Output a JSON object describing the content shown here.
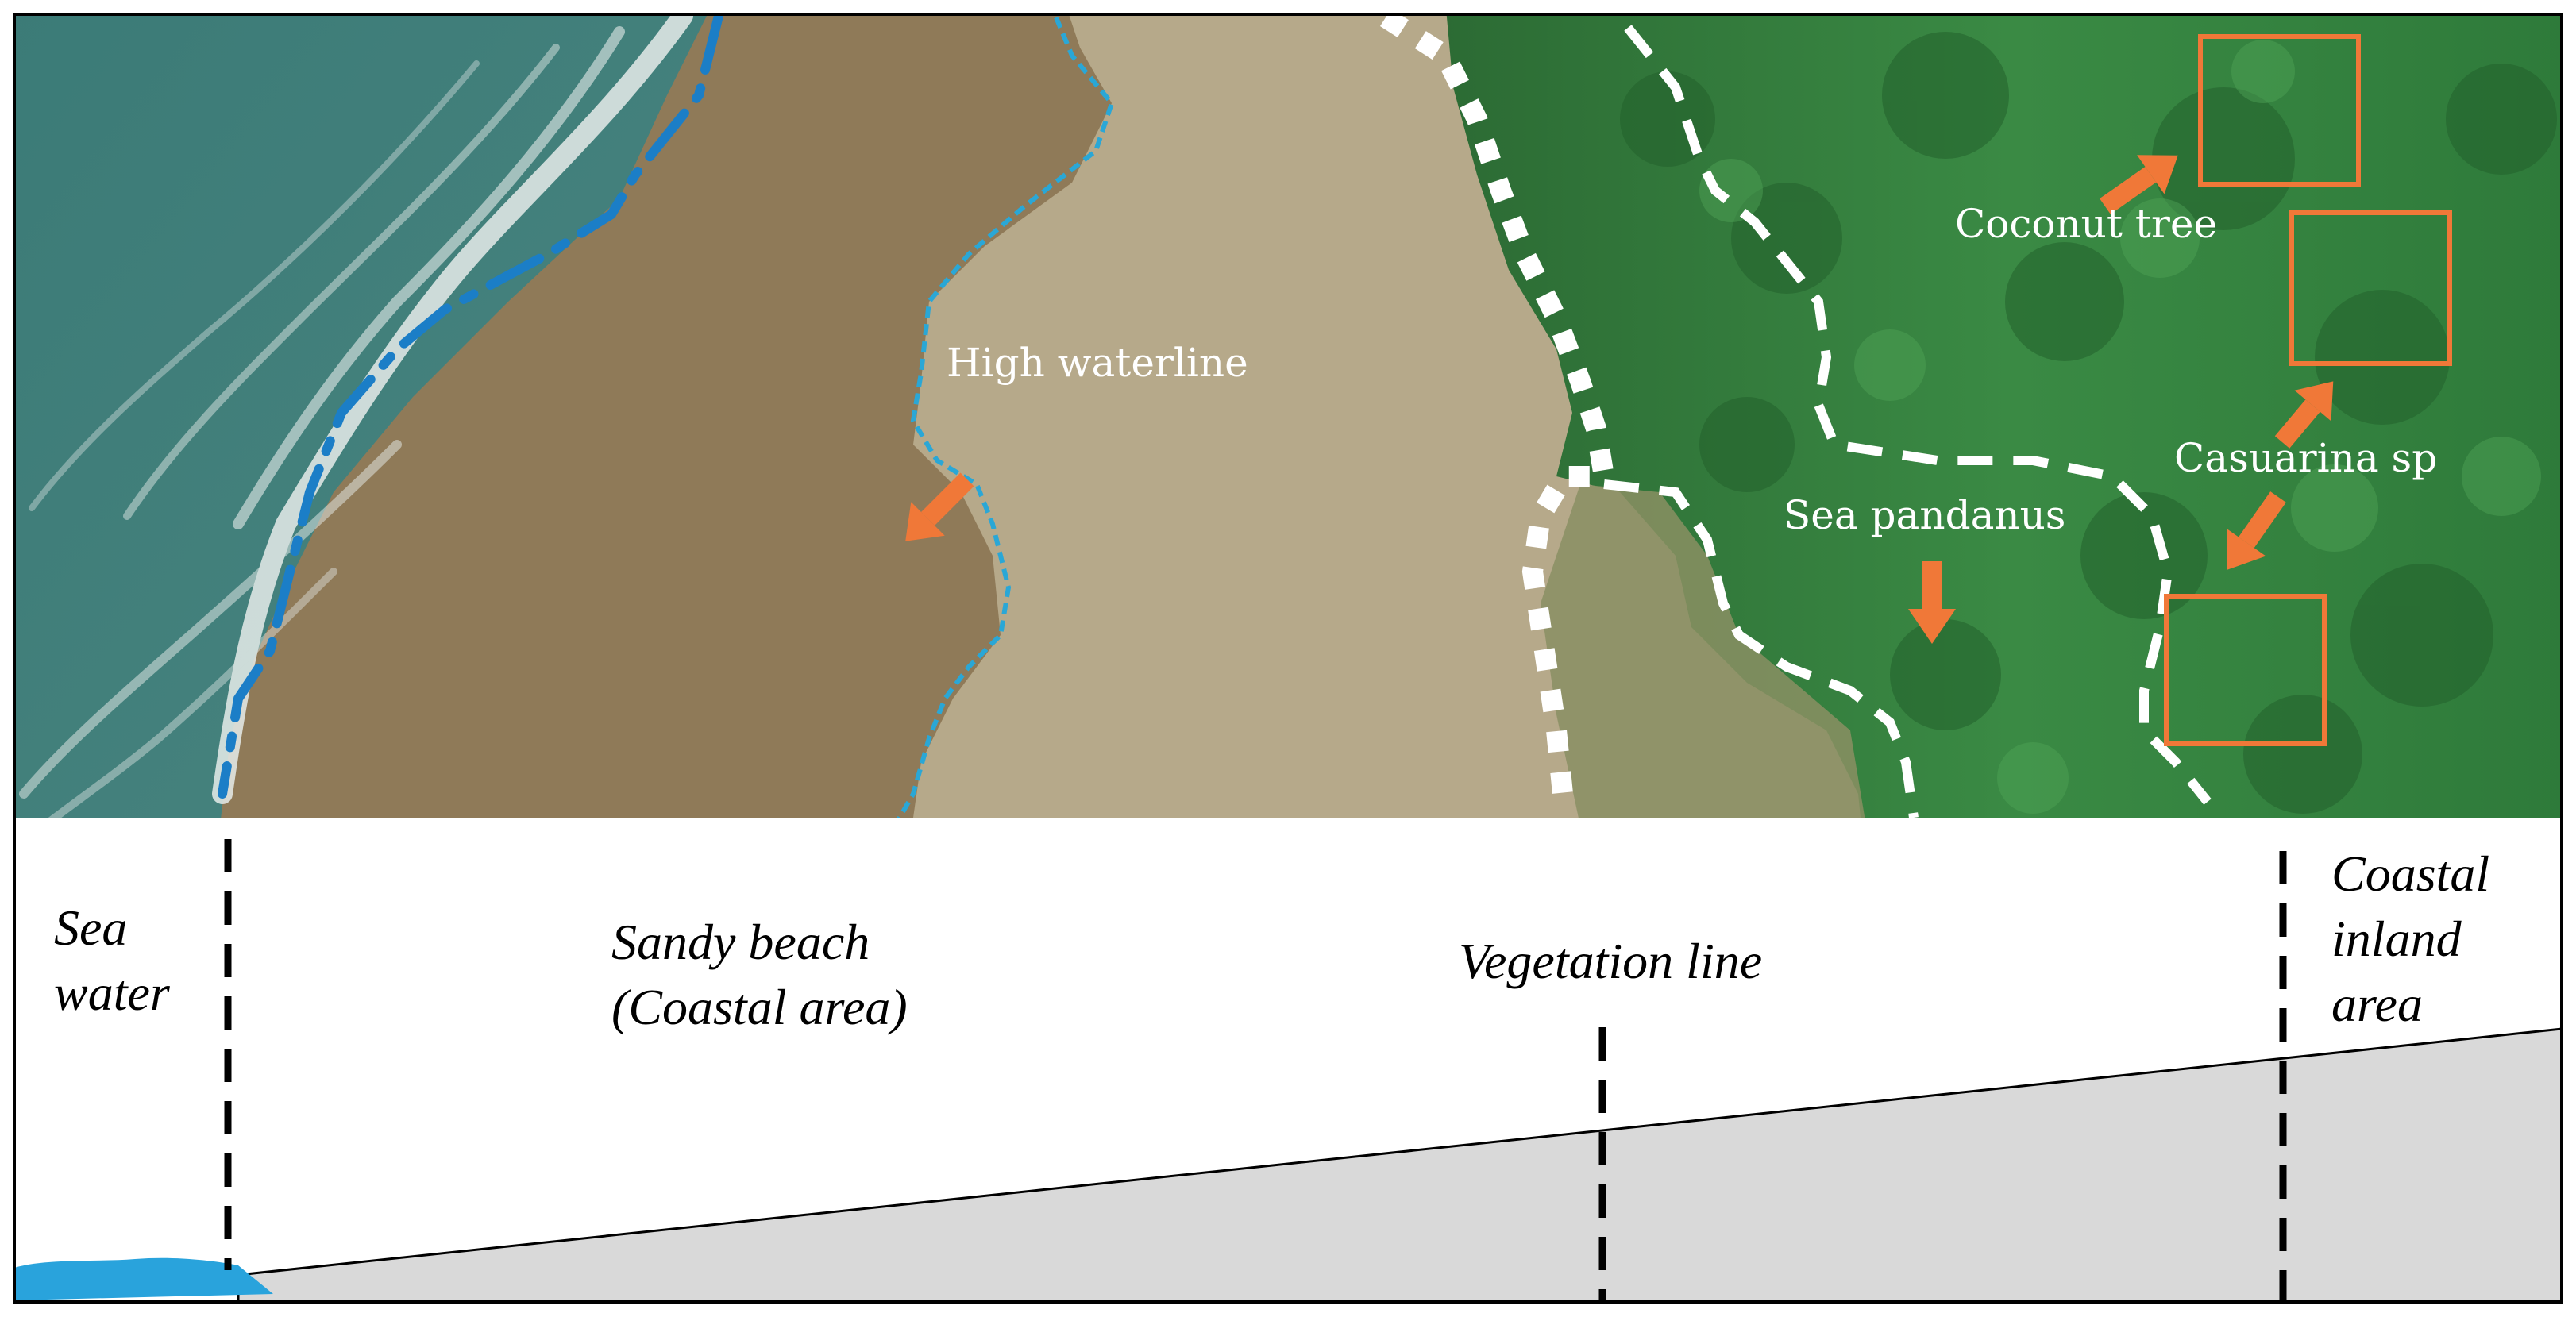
{
  "photo": {
    "labels": {
      "high_waterline": "High waterline",
      "coconut_tree": "Coconut tree",
      "casuarina": "Casuarina sp",
      "sea_pandanus": "Sea pandanus"
    },
    "colors": {
      "sea": "#3f7f7a",
      "wet_sand": "#8f7a58",
      "dry_sand": "#b6a98a",
      "vegetation": "#2f7a3a",
      "waterline": "#1b7ec7",
      "high_waterline": "#2aa7d6",
      "annotation": "#f07838",
      "boundary": "#ffffff"
    }
  },
  "profile": {
    "zones": {
      "sea_water": [
        "Sea",
        "water"
      ],
      "sandy_beach": [
        "Sandy beach",
        "(Coastal area)"
      ],
      "vegetation_line": "Vegetation line",
      "coastal_inland": [
        "Coastal",
        "inland",
        "area"
      ]
    },
    "colors": {
      "ground": "#d9d9d9",
      "water": "#29a3dc",
      "divider": "#000000"
    }
  }
}
